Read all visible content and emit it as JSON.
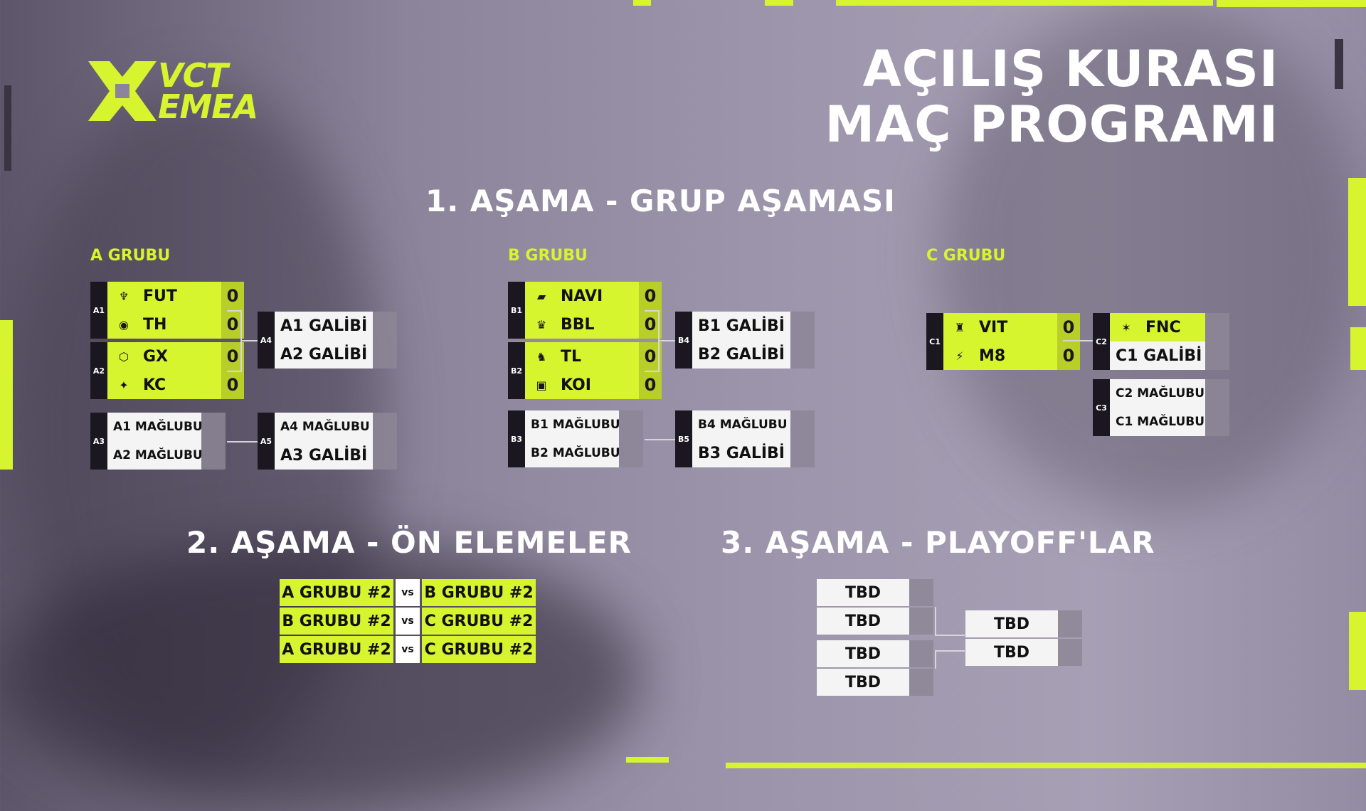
{
  "logo": {
    "line1": "VCT",
    "line2": "EMEA"
  },
  "title": {
    "line1": "AÇILIŞ KURASI",
    "line2": "MAÇ PROGRAMI"
  },
  "stage1": {
    "title": "1. AŞAMA - GRUP AŞAMASI",
    "group_a": {
      "title": "A GRUBU",
      "A1": {
        "tag": "A1",
        "team1": {
          "icon": "fut-logo",
          "name": "FUT",
          "score": "0"
        },
        "team2": {
          "icon": "th-logo",
          "name": "TH",
          "score": "0"
        }
      },
      "A2": {
        "tag": "A2",
        "team1": {
          "icon": "gx-logo",
          "name": "GX",
          "score": "0"
        },
        "team2": {
          "icon": "kc-logo",
          "name": "KC",
          "score": "0"
        }
      },
      "A4": {
        "tag": "A4",
        "slot1": "A1 GALİBİ",
        "slot2": "A2 GALİBİ"
      },
      "A3": {
        "tag": "A3",
        "slot1": "A1 MAĞLUBU",
        "slot2": "A2 MAĞLUBU"
      },
      "A5": {
        "tag": "A5",
        "slot1": "A4 MAĞLUBU",
        "slot2": "A3 GALİBİ"
      }
    },
    "group_b": {
      "title": "B GRUBU",
      "B1": {
        "tag": "B1",
        "team1": {
          "icon": "navi-logo",
          "name": "NAVI",
          "score": "0"
        },
        "team2": {
          "icon": "bbl-logo",
          "name": "BBL",
          "score": "0"
        }
      },
      "B2": {
        "tag": "B2",
        "team1": {
          "icon": "tl-logo",
          "name": "TL",
          "score": "0"
        },
        "team2": {
          "icon": "koi-logo",
          "name": "KOI",
          "score": "0"
        }
      },
      "B4": {
        "tag": "B4",
        "slot1": "B1 GALİBİ",
        "slot2": "B2 GALİBİ"
      },
      "B3": {
        "tag": "B3",
        "slot1": "B1 MAĞLUBU",
        "slot2": "B2 MAĞLUBU"
      },
      "B5": {
        "tag": "B5",
        "slot1": "B4 MAĞLUBU",
        "slot2": "B3 GALİBİ"
      }
    },
    "group_c": {
      "title": "C GRUBU",
      "C1": {
        "tag": "C1",
        "team1": {
          "icon": "vit-logo",
          "name": "VIT",
          "score": "0"
        },
        "team2": {
          "icon": "m8-logo",
          "name": "M8",
          "score": "0"
        }
      },
      "C2": {
        "tag": "C2",
        "team1": {
          "icon": "fnc-logo",
          "name": "FNC"
        },
        "slot2": "C1 GALİBİ"
      },
      "C3": {
        "tag": "C3",
        "slot1": "C2 MAĞLUBU",
        "slot2": "C1 MAĞLUBU"
      }
    }
  },
  "stage2": {
    "title": "2. AŞAMA - ÖN ELEMELER",
    "vs": "vs",
    "matches": [
      {
        "left": "A GRUBU #2",
        "right": "B GRUBU #2"
      },
      {
        "left": "B GRUBU #2",
        "right": "C GRUBU #2"
      },
      {
        "left": "A GRUBU #2",
        "right": "C GRUBU #2"
      }
    ]
  },
  "stage3": {
    "title": "3. AŞAMA - PLAYOFF'LAR",
    "semi1": [
      "TBD",
      "TBD"
    ],
    "semi2": [
      "TBD",
      "TBD"
    ],
    "final": [
      "TBD",
      "TBD"
    ]
  },
  "colors": {
    "accent": "#d6f52e",
    "accent_dark": "#b8cf2a",
    "tag_bg": "#1a1720",
    "placeholder_bg": "#f4f4f4"
  }
}
